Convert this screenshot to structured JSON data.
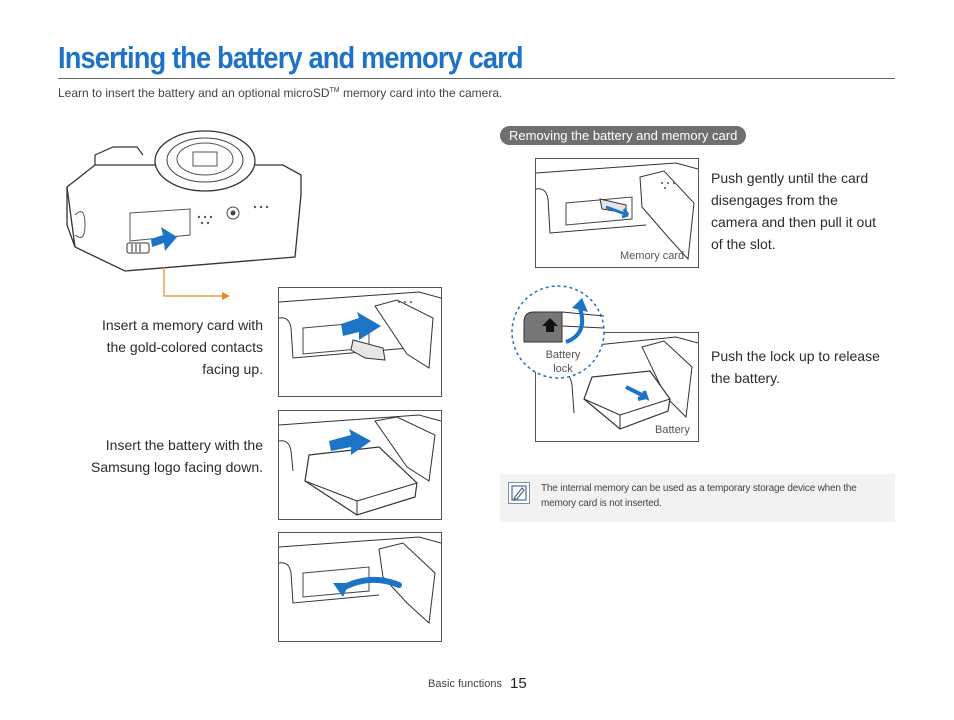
{
  "page": {
    "title": "Inserting the battery and memory card",
    "subtitle_before": "Learn to insert the battery and an optional microSD",
    "subtitle_sup": "TM",
    "subtitle_after": " memory card into the camera."
  },
  "left": {
    "caption_memory_line1": "Insert a memory card with",
    "caption_memory_line2": "the gold-colored contacts",
    "caption_memory_line3": "facing up.",
    "caption_battery_line1": "Insert the battery with the",
    "caption_battery_line2": "Samsung logo facing down."
  },
  "right": {
    "section_pill": "Removing the battery and memory card",
    "card_caption_line1": "Push gently until the card",
    "card_caption_line2": "disengages from the",
    "card_caption_line3": "camera and then pull it out",
    "card_caption_line4": "of the slot.",
    "card_image_label": "Memory card",
    "lock_label_line1": "Battery",
    "lock_label_line2": "lock",
    "battery_caption_line1": "Push the lock up to release",
    "battery_caption_line2": "the battery.",
    "battery_image_label": "Battery"
  },
  "note": {
    "line1": "The internal memory can be used as a temporary storage device when the",
    "line2": "memory card is not inserted.",
    "icon": "memo-pencil-icon"
  },
  "footer": {
    "section": "Basic functions",
    "page_number": "15"
  },
  "colors": {
    "title": "#1f73c7",
    "arrow_blue": "#1b74c5",
    "guide_orange": "#e88a1a",
    "pill_bg": "#6f6f6f",
    "note_bg": "#f2f2f2"
  }
}
